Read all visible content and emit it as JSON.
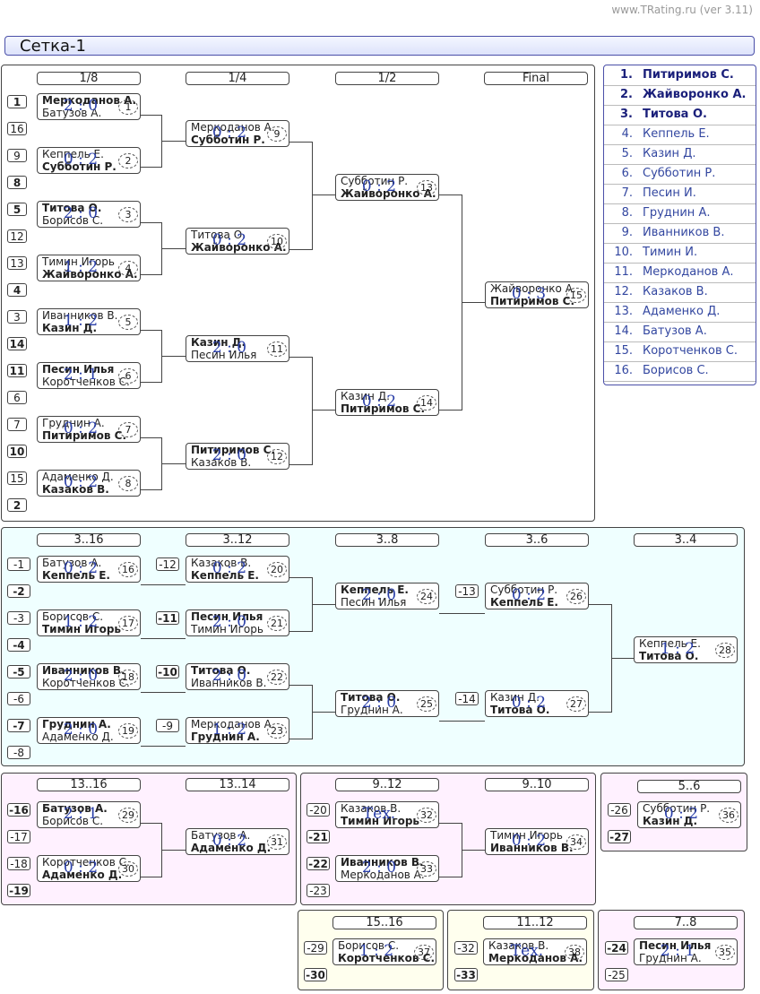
{
  "site": "www.TRating.ru (ver 3.11)",
  "title": "Сетка-1",
  "standings": [
    {
      "rank": "1.",
      "name": "Питиримов С."
    },
    {
      "rank": "2.",
      "name": "Жайворонко А."
    },
    {
      "rank": "3.",
      "name": "Титова О."
    },
    {
      "rank": "4.",
      "name": "Кеппель Е."
    },
    {
      "rank": "5.",
      "name": "Казин Д."
    },
    {
      "rank": "6.",
      "name": "Субботин Р."
    },
    {
      "rank": "7.",
      "name": "Песин И."
    },
    {
      "rank": "8.",
      "name": "Груднин А."
    },
    {
      "rank": "9.",
      "name": "Иванников В."
    },
    {
      "rank": "10.",
      "name": "Тимин И."
    },
    {
      "rank": "11.",
      "name": "Меркоданов А."
    },
    {
      "rank": "12.",
      "name": "Казаков В."
    },
    {
      "rank": "13.",
      "name": "Адаменко Д."
    },
    {
      "rank": "14.",
      "name": "Батузов А."
    },
    {
      "rank": "15.",
      "name": "Коротченков С."
    },
    {
      "rank": "16.",
      "name": "Борисов С."
    }
  ],
  "headers": [
    {
      "id": "h18",
      "label": "1/8"
    },
    {
      "id": "h14",
      "label": "1/4"
    },
    {
      "id": "h12",
      "label": "1/2"
    },
    {
      "id": "hf",
      "label": "Final"
    },
    {
      "id": "h316",
      "label": "3..16"
    },
    {
      "id": "h312",
      "label": "3..12"
    },
    {
      "id": "h38",
      "label": "3..8"
    },
    {
      "id": "h36",
      "label": "3..6"
    },
    {
      "id": "h34",
      "label": "3..4"
    },
    {
      "id": "h1316",
      "label": "13..16"
    },
    {
      "id": "h1314",
      "label": "13..14"
    },
    {
      "id": "h912",
      "label": "9..12"
    },
    {
      "id": "h910",
      "label": "9..10"
    },
    {
      "id": "h56",
      "label": "5..6"
    },
    {
      "id": "h1516",
      "label": "15..16"
    },
    {
      "id": "h1112",
      "label": "11..12"
    },
    {
      "id": "h78",
      "label": "7..8"
    }
  ],
  "matches": [
    {
      "id": "m1",
      "p1": "Меркоданов А.",
      "p2": "Батузов А.",
      "score": "2 : 0",
      "no": "1",
      "win": 1
    },
    {
      "id": "m2",
      "p1": "Кеппель Е.",
      "p2": "Субботин Р.",
      "score": "0 : 2",
      "no": "2",
      "win": 2
    },
    {
      "id": "m3",
      "p1": "Титова О.",
      "p2": "Борисов С.",
      "score": "2 : 0",
      "no": "3",
      "win": 1
    },
    {
      "id": "m4",
      "p1": "Тимин Игорь",
      "p2": "Жайворонко А.",
      "score": "1 : 2",
      "no": "4",
      "win": 2
    },
    {
      "id": "m5",
      "p1": "Иванников В.",
      "p2": "Казин Д.",
      "score": "1 : 2",
      "no": "5",
      "win": 2
    },
    {
      "id": "m6",
      "p1": "Песин Илья",
      "p2": "Коротченков С.",
      "score": "2 : 1",
      "no": "6",
      "win": 1
    },
    {
      "id": "m7",
      "p1": "Груднин А.",
      "p2": "Питиримов С.",
      "score": "0 : 2",
      "no": "7",
      "win": 2
    },
    {
      "id": "m8",
      "p1": "Адаменко Д.",
      "p2": "Казаков В.",
      "score": "0 : 2",
      "no": "8",
      "win": 2
    },
    {
      "id": "m9",
      "p1": "Меркоданов А.",
      "p2": "Субботин Р.",
      "score": "0 : 2",
      "no": "9",
      "win": 2
    },
    {
      "id": "m10",
      "p1": "Титова О.",
      "p2": "Жайворонко А.",
      "score": "0 : 2",
      "no": "10",
      "win": 2
    },
    {
      "id": "m11",
      "p1": "Казин Д.",
      "p2": "Песин Илья",
      "score": "2 : 0",
      "no": "11",
      "win": 1
    },
    {
      "id": "m12",
      "p1": "Питиримов С.",
      "p2": "Казаков В.",
      "score": "2 : 0",
      "no": "12",
      "win": 1
    },
    {
      "id": "m13",
      "p1": "Субботин Р.",
      "p2": "Жайворонко А.",
      "score": "0 : 2",
      "no": "13",
      "win": 2
    },
    {
      "id": "m14",
      "p1": "Казин Д.",
      "p2": "Питиримов С.",
      "score": "0 : 2",
      "no": "14",
      "win": 2
    },
    {
      "id": "m15",
      "p1": "Жайворонко А.",
      "p2": "Питиримов С.",
      "score": "0 : 3",
      "no": "15",
      "win": 2
    },
    {
      "id": "m16",
      "p1": "Батузов А.",
      "p2": "Кеппель Е.",
      "score": "0 : 2",
      "no": "16",
      "win": 2
    },
    {
      "id": "m17",
      "p1": "Борисов С.",
      "p2": "Тимин Игорь",
      "score": "1 : 2",
      "no": "17",
      "win": 2
    },
    {
      "id": "m18",
      "p1": "Иванников В.",
      "p2": "Коротченков С.",
      "score": "2 : 0",
      "no": "18",
      "win": 1
    },
    {
      "id": "m19",
      "p1": "Груднин А.",
      "p2": "Адаменко Д.",
      "score": "2 : 0",
      "no": "19",
      "win": 1
    },
    {
      "id": "m20",
      "p1": "Казаков В.",
      "p2": "Кеппель Е.",
      "score": "0 : 2",
      "no": "20",
      "win": 2
    },
    {
      "id": "m21",
      "p1": "Песин Илья",
      "p2": "Тимин Игорь",
      "score": "2 : 0",
      "no": "21",
      "win": 1
    },
    {
      "id": "m22",
      "p1": "Титова О.",
      "p2": "Иванников В.",
      "score": "2 : 0",
      "no": "22",
      "win": 1
    },
    {
      "id": "m23",
      "p1": "Меркоданов А.",
      "p2": "Груднин А.",
      "score": "1 : 2",
      "no": "23",
      "win": 2
    },
    {
      "id": "m24",
      "p1": "Кеппель Е.",
      "p2": "Песин Илья",
      "score": "2 : 0",
      "no": "24",
      "win": 1
    },
    {
      "id": "m25",
      "p1": "Титова О.",
      "p2": "Груднин А.",
      "score": "2 : 0",
      "no": "25",
      "win": 1
    },
    {
      "id": "m26",
      "p1": "Субботин Р.",
      "p2": "Кеппель Е.",
      "score": "0 : 2",
      "no": "26",
      "win": 2
    },
    {
      "id": "m27",
      "p1": "Казин Д.",
      "p2": "Титова О.",
      "score": "0 : 2",
      "no": "27",
      "win": 2
    },
    {
      "id": "m28",
      "p1": "Кеппель Е.",
      "p2": "Титова О.",
      "score": "1 : 2",
      "no": "28",
      "win": 2
    },
    {
      "id": "m29",
      "p1": "Батузов А.",
      "p2": "Борисов С.",
      "score": "2 : 1",
      "no": "29",
      "win": 1
    },
    {
      "id": "m30",
      "p1": "Коротченков С.",
      "p2": "Адаменко Д.",
      "score": "0 : 2",
      "no": "30",
      "win": 2
    },
    {
      "id": "m31",
      "p1": "Батузов А.",
      "p2": "Адаменко Д.",
      "score": "0 : 2",
      "no": "31",
      "win": 2
    },
    {
      "id": "m32",
      "p1": "Казаков В.",
      "p2": "Тимин Игорь",
      "score": "Тех.",
      "no": "32",
      "win": 2
    },
    {
      "id": "m33",
      "p1": "Иванников В.",
      "p2": "Меркоданов А.",
      "score": "2 : 0",
      "no": "33",
      "win": 1
    },
    {
      "id": "m34",
      "p1": "Тимин Игорь",
      "p2": "Иванников В.",
      "score": "0 : 2",
      "no": "34",
      "win": 2
    },
    {
      "id": "m35",
      "p1": "Песин Илья",
      "p2": "Груднин А.",
      "score": "2 : 1",
      "no": "35",
      "win": 1
    },
    {
      "id": "m36",
      "p1": "Субботин Р.",
      "p2": "Казин Д.",
      "score": "0 : 2",
      "no": "36",
      "win": 2
    },
    {
      "id": "m37",
      "p1": "Борисов С.",
      "p2": "Коротченков С.",
      "score": "1 : 2",
      "no": "37",
      "win": 2
    },
    {
      "id": "m38",
      "p1": "Казаков В.",
      "p2": "Меркоданов А.",
      "score": "Тех.",
      "no": "38",
      "win": 2
    }
  ],
  "seeds": [
    {
      "id": "s1",
      "t": "1"
    },
    {
      "id": "s16",
      "t": "16"
    },
    {
      "id": "s9",
      "t": "9"
    },
    {
      "id": "s8",
      "t": "8"
    },
    {
      "id": "s5",
      "t": "5"
    },
    {
      "id": "s12",
      "t": "12"
    },
    {
      "id": "s13",
      "t": "13"
    },
    {
      "id": "s4",
      "t": "4"
    },
    {
      "id": "s3",
      "t": "3"
    },
    {
      "id": "s14",
      "t": "14"
    },
    {
      "id": "s11",
      "t": "11"
    },
    {
      "id": "s6",
      "t": "6"
    },
    {
      "id": "s7",
      "t": "7"
    },
    {
      "id": "s10",
      "t": "10"
    },
    {
      "id": "s15",
      "t": "15"
    },
    {
      "id": "s2",
      "t": "2"
    },
    {
      "id": "l1",
      "t": "-1"
    },
    {
      "id": "l2",
      "t": "-2"
    },
    {
      "id": "l3",
      "t": "-3"
    },
    {
      "id": "l4",
      "t": "-4"
    },
    {
      "id": "l5",
      "t": "-5"
    },
    {
      "id": "l6",
      "t": "-6"
    },
    {
      "id": "l7",
      "t": "-7"
    },
    {
      "id": "l8",
      "t": "-8"
    },
    {
      "id": "l12",
      "t": "-12"
    },
    {
      "id": "l11",
      "t": "-11"
    },
    {
      "id": "l10",
      "t": "-10"
    },
    {
      "id": "l9",
      "t": "-9"
    },
    {
      "id": "l13",
      "t": "-13"
    },
    {
      "id": "l14",
      "t": "-14"
    },
    {
      "id": "l16",
      "t": "-16"
    },
    {
      "id": "l17",
      "t": "-17"
    },
    {
      "id": "l18",
      "t": "-18"
    },
    {
      "id": "l19",
      "t": "-19"
    },
    {
      "id": "l20",
      "t": "-20"
    },
    {
      "id": "l21",
      "t": "-21"
    },
    {
      "id": "l22",
      "t": "-22"
    },
    {
      "id": "l23",
      "t": "-23"
    },
    {
      "id": "l26",
      "t": "-26"
    },
    {
      "id": "l27",
      "t": "-27"
    },
    {
      "id": "l29",
      "t": "-29"
    },
    {
      "id": "l30",
      "t": "-30"
    },
    {
      "id": "l32",
      "t": "-32"
    },
    {
      "id": "l33",
      "t": "-33"
    },
    {
      "id": "l24",
      "t": "-24"
    },
    {
      "id": "l25",
      "t": "-25"
    }
  ],
  "colors": {
    "main": "#ffffff",
    "lower": "#efffff",
    "classif": "#fff1ff",
    "lowest": "#ffffee",
    "score": "#2a3fa8"
  }
}
